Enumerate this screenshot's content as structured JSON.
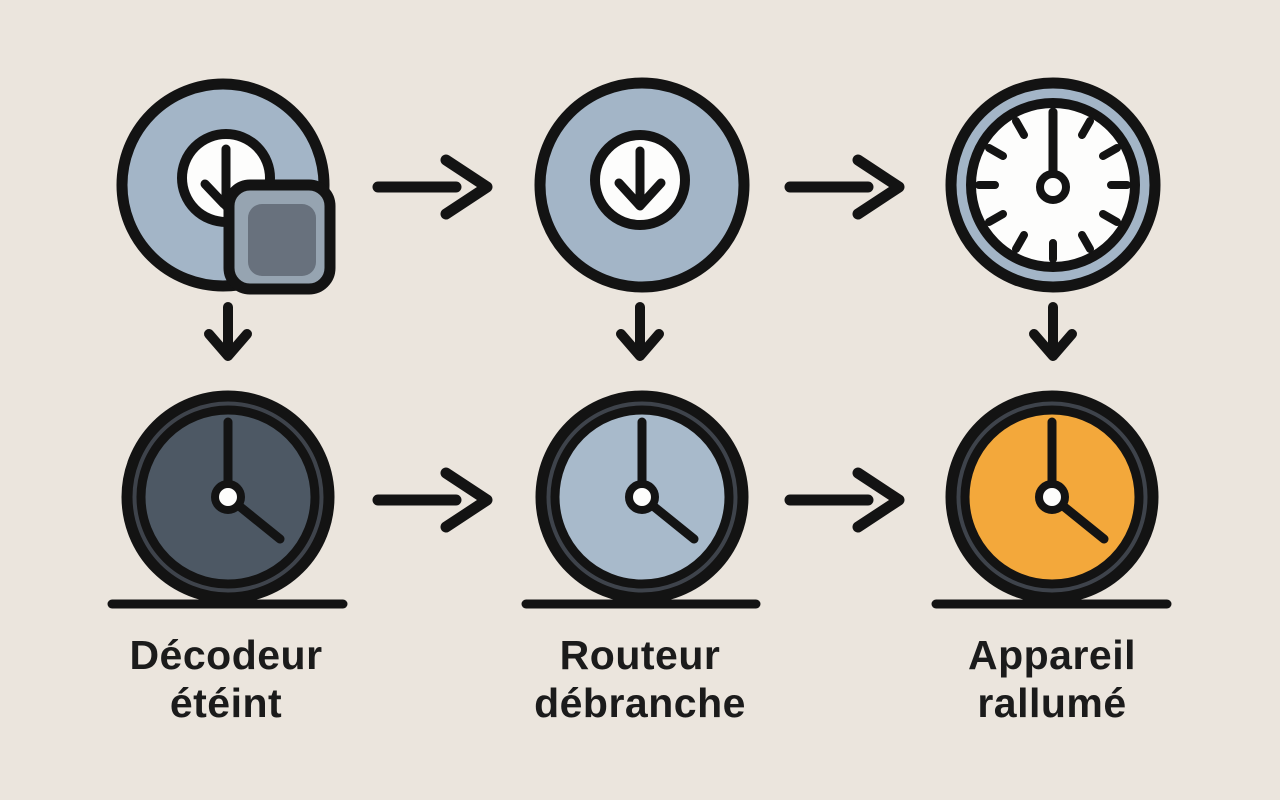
{
  "colors": {
    "background": "#EBE5DD",
    "outline": "#131313",
    "text": "#1B1B1B",
    "icon_blue": "#A3B5C7",
    "icon_white": "#FDFDFC",
    "device_square": "#96A4B1",
    "device_square_inner": "#68717D",
    "clock_ring_dark": "#3E434B",
    "clock_face_dark": "#4D5864",
    "clock_face_blue": "#A8BACB",
    "clock_face_orange": "#F3A83B"
  },
  "steps": [
    {
      "top_icon": "set-top-box-power-off-icon",
      "bottom_icon": "clock-dark-icon",
      "label_line1": "Décodeur",
      "label_line2": "étéint"
    },
    {
      "top_icon": "power-down-circle-icon",
      "bottom_icon": "clock-blue-icon",
      "label_line1": "Routeur",
      "label_line2": "débranche"
    },
    {
      "top_icon": "clock-twelve-icon",
      "bottom_icon": "clock-orange-icon",
      "label_line1": "Appareil",
      "label_line2": "rallumé"
    }
  ]
}
